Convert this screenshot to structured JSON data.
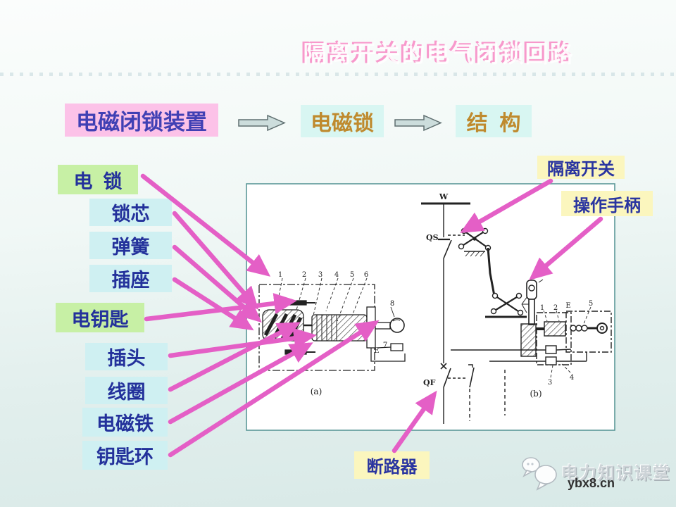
{
  "title": "隔离开关的电气闭锁回路",
  "flow": {
    "step1": "电磁闭锁装置",
    "step2": "电磁锁",
    "step3": "结  构"
  },
  "left_labels": [
    "电  锁",
    "锁芯",
    "弹簧",
    "插座",
    "电钥匙",
    "插头",
    "线圈",
    "电磁铁",
    "钥匙环"
  ],
  "right_labels": {
    "isolator": "隔离开关",
    "handle": "操作手柄",
    "breaker": "断路器"
  },
  "diagram": {
    "bus_label": "W",
    "isolator_label": "QS",
    "breaker_label": "QF",
    "caption_a": "(a)",
    "caption_b": "(b)",
    "part_numbers_a": [
      "1",
      "2",
      "3",
      "4",
      "5",
      "6"
    ],
    "num_7": "7",
    "num_8": "8",
    "terminal_e": "E",
    "part_numbers_b": [
      "1",
      "2",
      "E",
      "5"
    ],
    "num_3": "3",
    "num_4": "4"
  },
  "watermark": {
    "icon": "chat-bubbles-icon",
    "brand": "电力知识课堂",
    "site": "ybx8.cn"
  },
  "colors": {
    "background_top": "#fbfdfc",
    "background_bottom": "#d8e9e7",
    "pink_box": "#fcc2e8",
    "cyan_box": "#d8f6f2",
    "green_label": "#c7f0a5",
    "cyan_label": "#cff0f2",
    "yellow_label": "#fbf6be",
    "navy_text": "#23319b",
    "orange_text": "#bf8a2e",
    "magenta_arrow": "#e45fc6",
    "title_pink": "#f888c4",
    "panel_border": "#5b9898",
    "ink": "#222222"
  }
}
